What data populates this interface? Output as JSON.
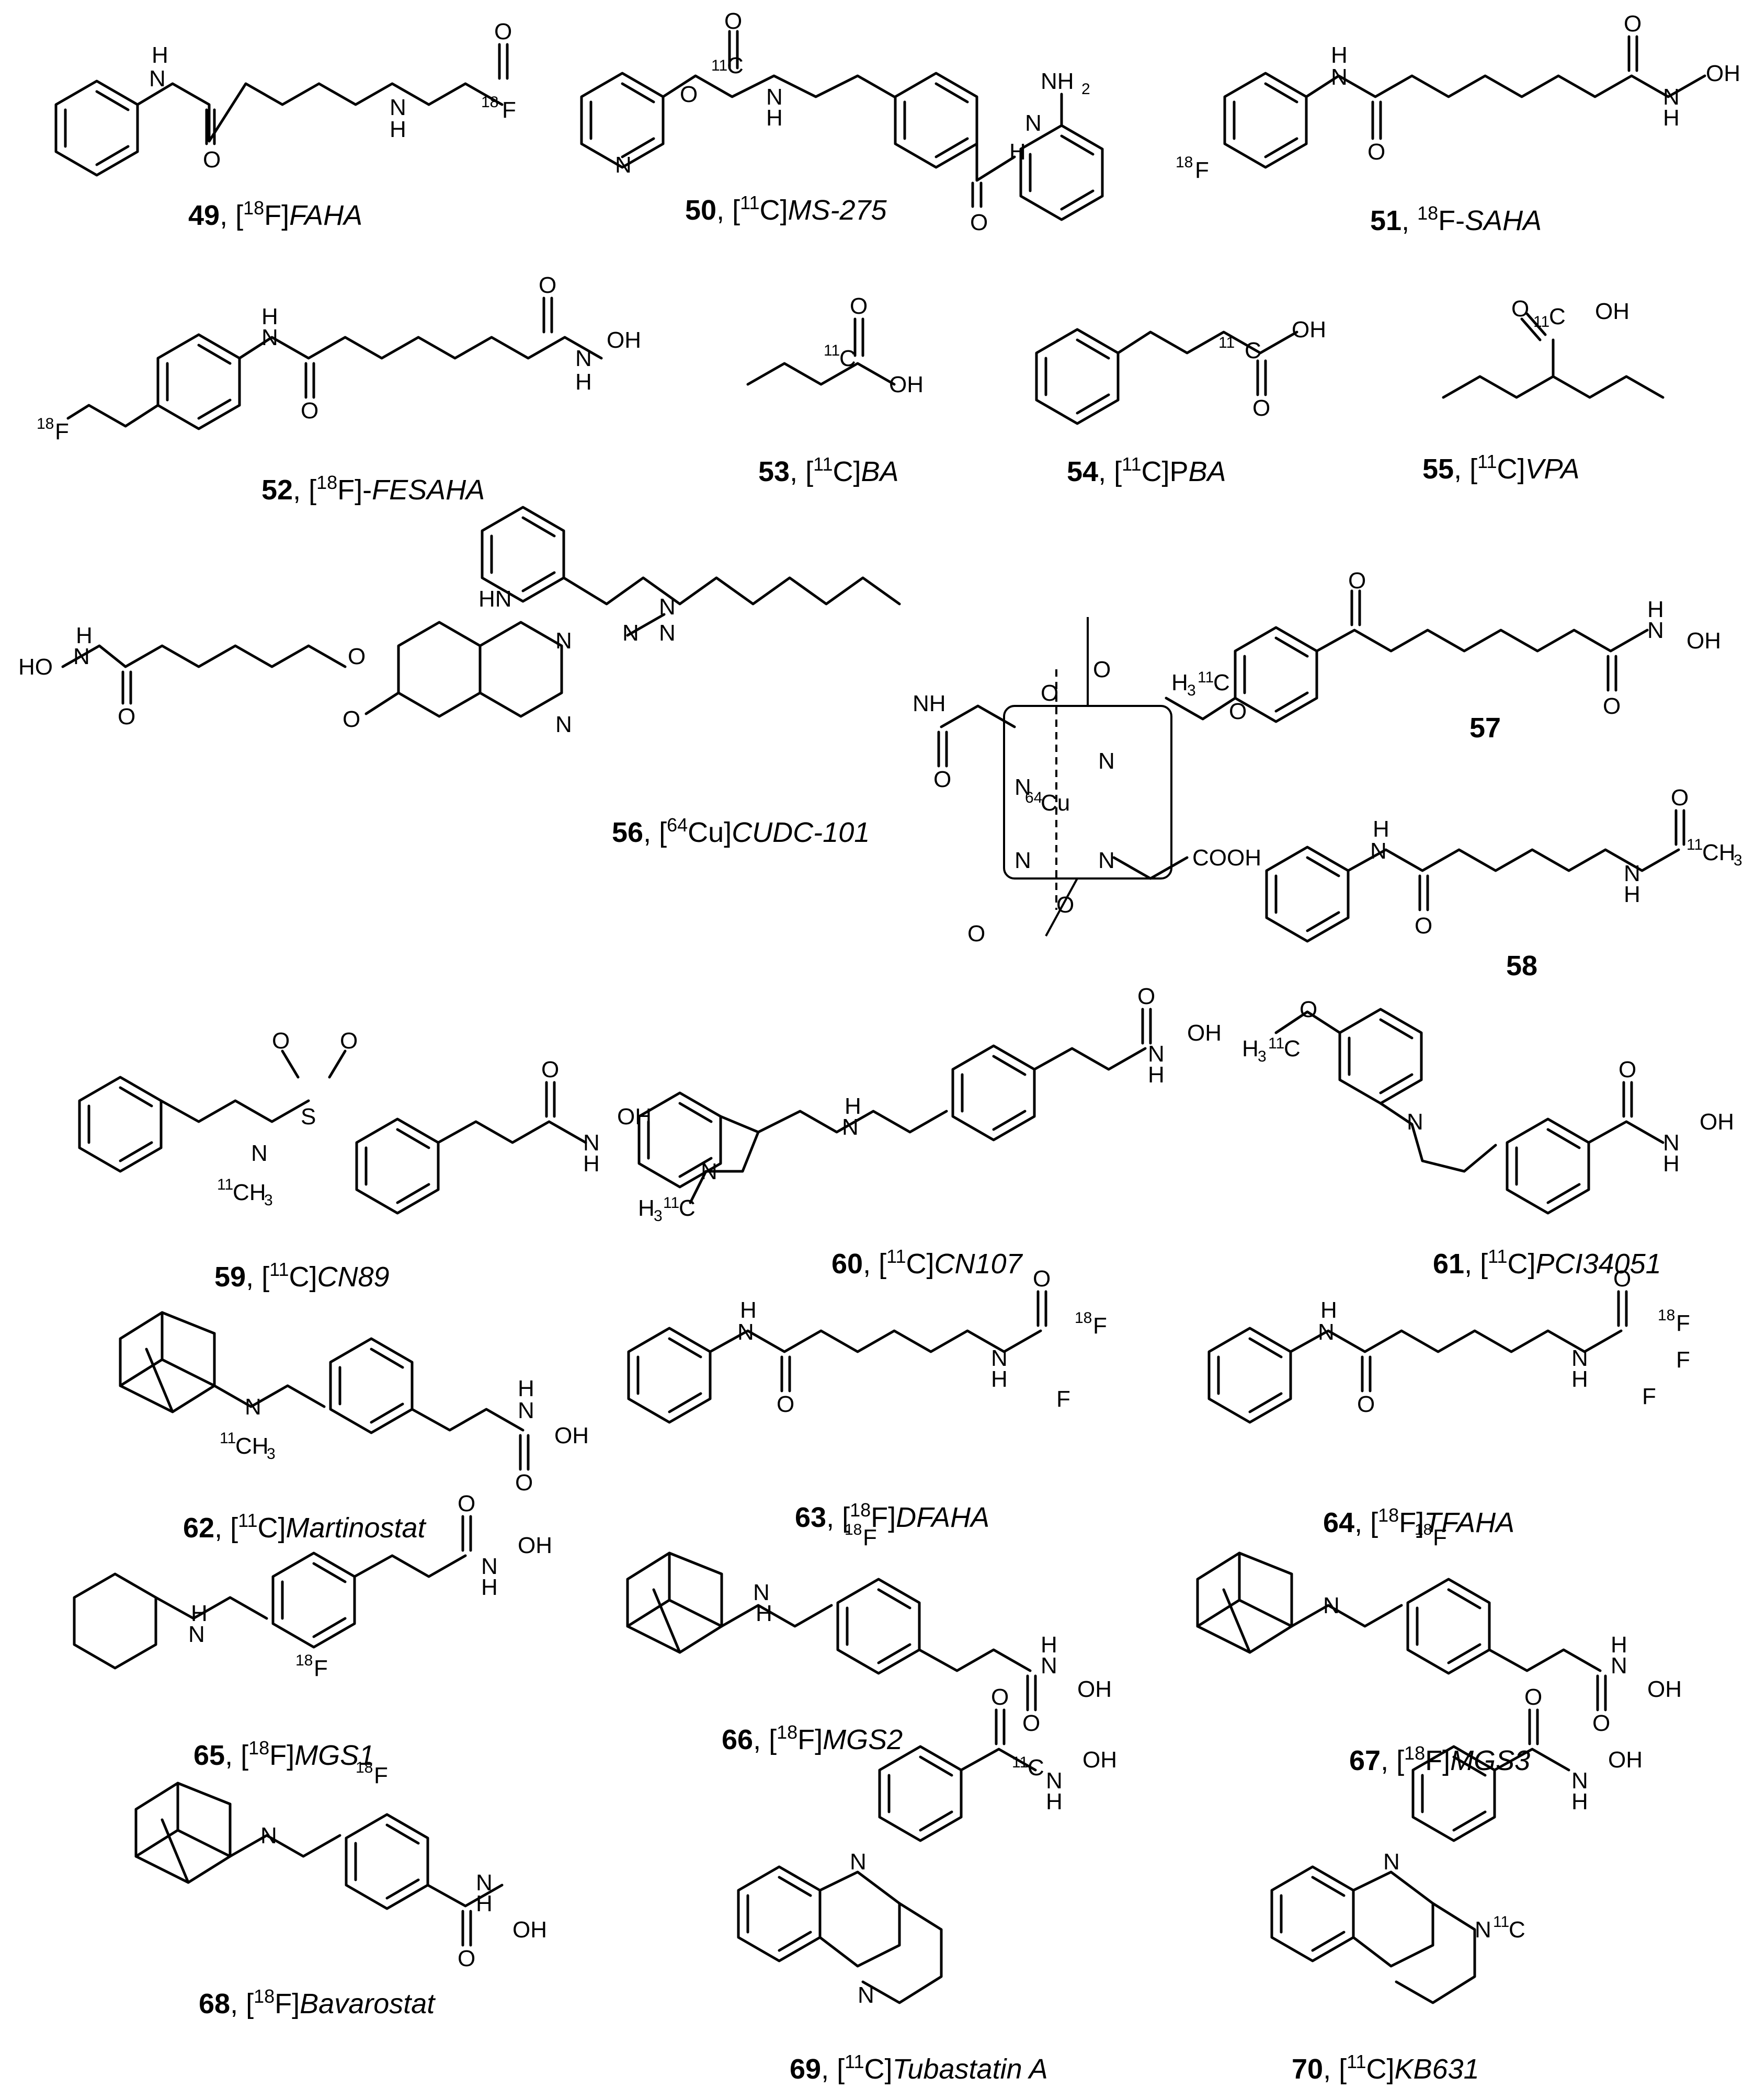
{
  "compounds": [
    {
      "number": "49",
      "prefix": ", [",
      "isotope": "18",
      "element": "F]",
      "name": "FAHA",
      "suffix": ""
    },
    {
      "number": "50",
      "prefix": ", [",
      "isotope": "11",
      "element": "C]",
      "name": "MS-275",
      "suffix": ""
    },
    {
      "number": "51",
      "prefix": ", ",
      "isotope": "18",
      "element": "F-",
      "name": "SAHA",
      "suffix": ""
    },
    {
      "number": "52",
      "prefix": ", [",
      "isotope": "18",
      "element": "F]-",
      "name": "FESAHA",
      "suffix": ""
    },
    {
      "number": "53",
      "prefix": ", [",
      "isotope": "11",
      "element": "C]",
      "name": "BA",
      "suffix": ""
    },
    {
      "number": "54",
      "prefix": ", [",
      "isotope": "11",
      "element": "C]P",
      "name": "BA",
      "suffix": ""
    },
    {
      "number": "55",
      "prefix": ", [",
      "isotope": "11",
      "element": "C]",
      "name": "VPA",
      "suffix": ""
    },
    {
      "number": "56",
      "prefix": ", [",
      "isotope": "64",
      "element": "Cu]",
      "name": "CUDC-101",
      "suffix": ""
    },
    {
      "number": "57",
      "prefix": "",
      "isotope": "",
      "element": "",
      "name": "",
      "suffix": ""
    },
    {
      "number": "58",
      "prefix": "",
      "isotope": "",
      "element": "",
      "name": "",
      "suffix": ""
    },
    {
      "number": "59",
      "prefix": ", [",
      "isotope": "11",
      "element": "C]",
      "name": "CN89",
      "suffix": ""
    },
    {
      "number": "60",
      "prefix": ", [",
      "isotope": "11",
      "element": "C]",
      "name": "CN107",
      "suffix": ""
    },
    {
      "number": "61",
      "prefix": ", [",
      "isotope": "11",
      "element": "C]",
      "name": "PCI34051",
      "suffix": ""
    },
    {
      "number": "62",
      "prefix": ", [",
      "isotope": "11",
      "element": "C]",
      "name": "Martinostat",
      "suffix": ""
    },
    {
      "number": "63",
      "prefix": ", [",
      "isotope": "18",
      "element": "F]",
      "name": "DFAHA",
      "suffix": ""
    },
    {
      "number": "64",
      "prefix": ", [",
      "isotope": "18",
      "element": "F]",
      "name": "TFAHA",
      "suffix": ""
    },
    {
      "number": "65",
      "prefix": ", [",
      "isotope": "18",
      "element": "F]",
      "name": "MGS1",
      "suffix": ""
    },
    {
      "number": "66",
      "prefix": ", [",
      "isotope": "18",
      "element": "F]",
      "name": "MGS2",
      "suffix": ""
    },
    {
      "number": "67",
      "prefix": ", [",
      "isotope": "18",
      "element": "F]",
      "name": "MGS3",
      "suffix": ""
    },
    {
      "number": "68",
      "prefix": ", [",
      "isotope": "18",
      "element": "F]",
      "name": "Bavarostat",
      "suffix": ""
    },
    {
      "number": "69",
      "prefix": ", [",
      "isotope": "11",
      "element": "C]",
      "name": "Tubastatin A",
      "suffix": ""
    },
    {
      "number": "70",
      "prefix": ", [",
      "isotope": "11",
      "element": "C]",
      "name": "KB631",
      "suffix": ""
    }
  ],
  "atoms": {
    "H": "H",
    "N": "N",
    "O": "O",
    "F": "F",
    "S": "S",
    "C": "C",
    "OH": "OH",
    "HO": "HO",
    "HN": "HN",
    "NH": "NH",
    "NH2": "NH",
    "H3": "H",
    "CH3": "CH",
    "Cu": "Cu",
    "COOH": "COOH",
    "sub2": "2",
    "sub3": "3",
    "iso11": "11",
    "iso18": "18",
    "iso64": "64"
  }
}
